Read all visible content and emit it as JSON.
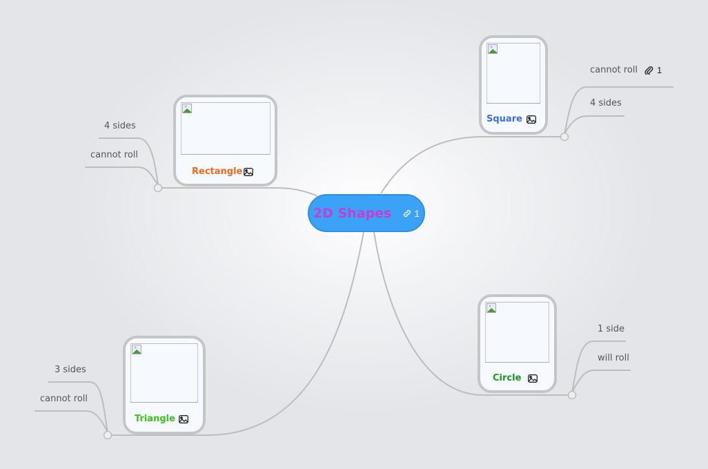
{
  "root": {
    "title": "2D Shapes",
    "link_count": "1",
    "color": "#c23fd0",
    "bg": "#3ba3f7",
    "icon": "link-icon"
  },
  "nodes": [
    {
      "label": "Rectangle",
      "color": "#f26b1d",
      "icon": "image-icon",
      "leaves": [
        "4 sides",
        "cannot roll"
      ]
    },
    {
      "label": "Square",
      "color": "#3b6ee8",
      "icon": "image-icon",
      "leaves": [
        "cannot roll",
        "4 sides"
      ],
      "attachment": {
        "icon": "paperclip-icon",
        "count": "1"
      }
    },
    {
      "label": "Circle",
      "color": "#1a9a1a",
      "icon": "image-icon",
      "leaves": [
        "1 side",
        "will roll"
      ]
    },
    {
      "label": "Triangle",
      "color": "#3cc41a",
      "icon": "image-icon",
      "leaves": [
        "3 sides",
        "cannot roll"
      ]
    }
  ]
}
